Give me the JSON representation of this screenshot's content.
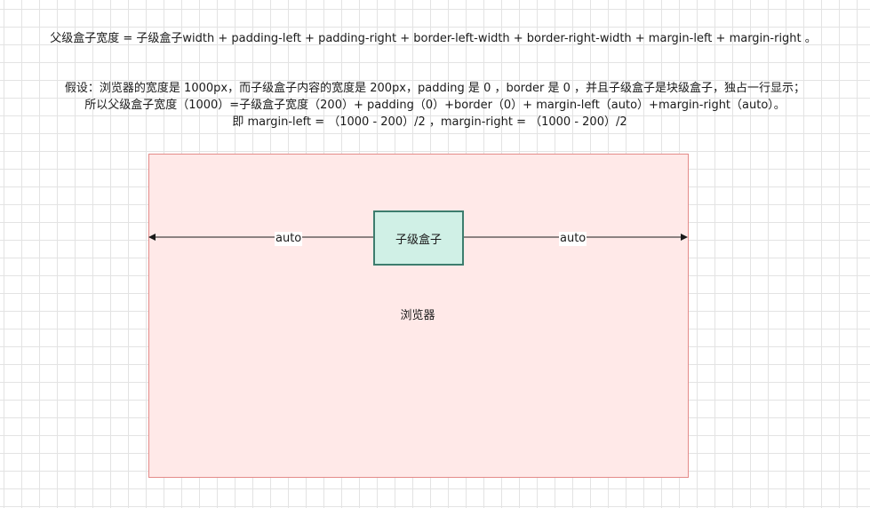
{
  "text": {
    "formula": "父级盒子宽度 = 子级盒子width + padding-left + padding-right + border-left-width + border-right-width + margin-left + margin-right 。",
    "assumption_1": "假设：浏览器的宽度是 1000px，而子级盒子内容的宽度是 200px，padding 是 0 ，border 是 0 ，并且子级盒子是块级盒子，独占一行显示；",
    "assumption_2": "所以父级盒子宽度（1000）=子级盒子宽度（200）+ padding（0）+border（0）+ margin-left（auto）+margin-right（auto）。",
    "assumption_3": "即 margin-left = （1000 - 200）/2 ，margin-right = （1000 - 200）/2"
  },
  "diagram": {
    "child_label": "子级盒子",
    "browser_label": "浏览器",
    "left_arrow_label": "auto",
    "right_arrow_label": "auto",
    "colors": {
      "browser_fill": "#ffe9e8",
      "browser_stroke": "#e48b89",
      "child_fill": "#d0f0e6",
      "child_stroke": "#3d7d6e",
      "arrow": "#1a1a1a"
    }
  }
}
